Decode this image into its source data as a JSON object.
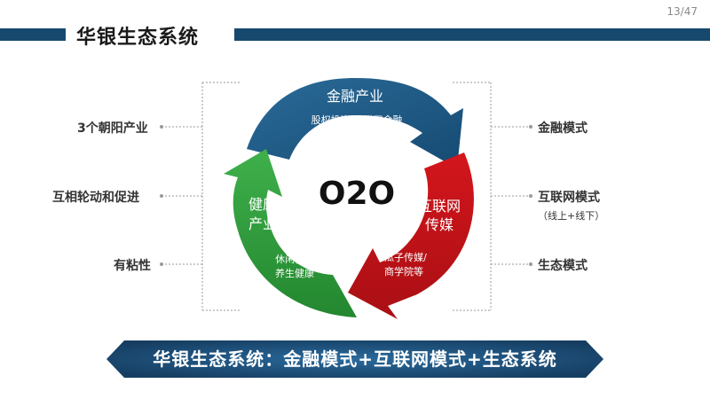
{
  "page_number": "13/47",
  "title": "华银生态系统",
  "center_text": "O2O",
  "segments": {
    "finance": {
      "title": "金融产业",
      "sub": "股权投资/互联网金融",
      "color": "#1e5a86"
    },
    "media": {
      "title_line1": "互联网",
      "title_line2": "传媒",
      "sub_line1": "瓜子传媒/",
      "sub_line2": "商学院等",
      "color": "#c9141a"
    },
    "health": {
      "title_line1": "健康",
      "title_line2": "产业",
      "sub_line1": "休闲健康/",
      "sub_line2": "养生健康",
      "color": "#2d9c3a"
    }
  },
  "left_labels": [
    "3个朝阳产业",
    "互相轮动和促进",
    "有粘性"
  ],
  "right_labels": [
    "金融模式",
    "互联网模式",
    "生态模式"
  ],
  "right_sublabel": "（线上+线下）",
  "bottom_banner": "华银生态系统：金融模式+互联网模式+生态系统"
}
